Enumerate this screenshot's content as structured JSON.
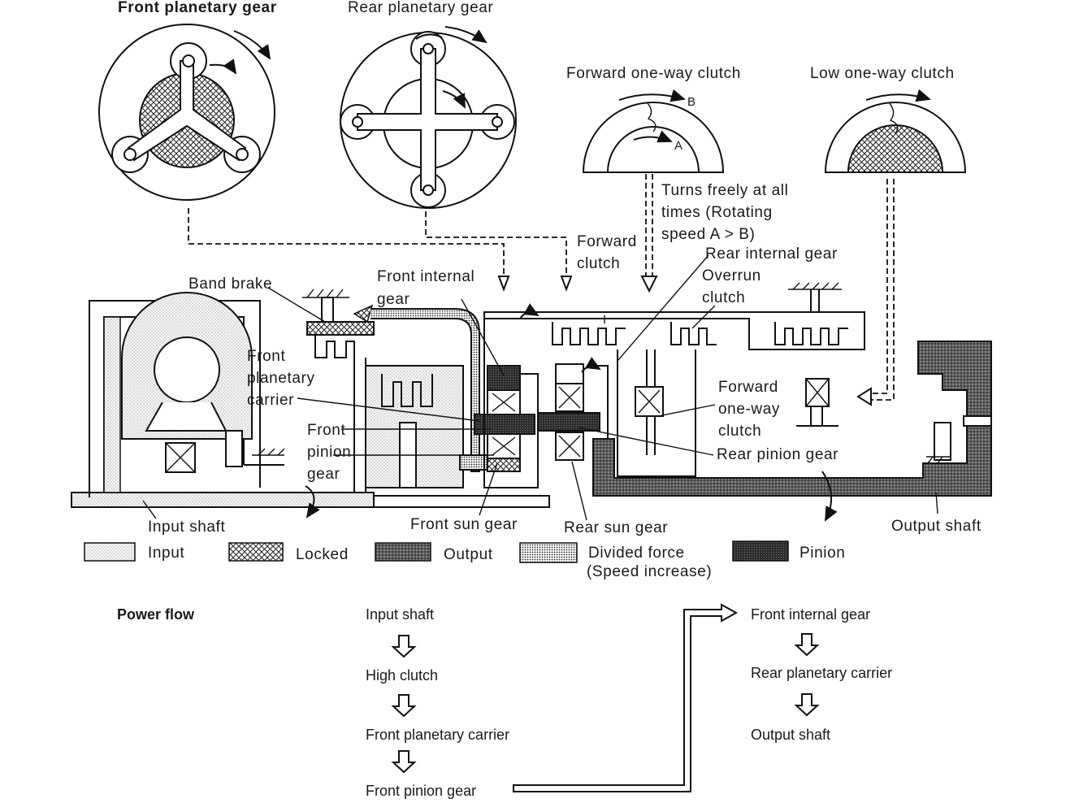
{
  "titles": {
    "front_planetary_gear": "Front planetary gear",
    "rear_planetary_gear": "Rear planetary gear",
    "forward_one_way_clutch": "Forward one-way clutch",
    "low_one_way_clutch": "Low one-way clutch"
  },
  "clutch_marks": {
    "a": "A",
    "b": "B"
  },
  "labels": {
    "turns_freely": [
      "Turns freely at all",
      "times (Rotating",
      "speed A > B)"
    ],
    "forward_clutch": [
      "Forward",
      "clutch"
    ],
    "rear_internal_gear": "Rear internal gear",
    "overrun_clutch": [
      "Overrun",
      "clutch"
    ],
    "band_brake": "Band brake",
    "front_internal_gear": [
      "Front internal",
      "gear"
    ],
    "front_planetary_carrier": [
      "Front",
      "planetary",
      "carrier"
    ],
    "front_pinion_gear": [
      "Front",
      "pinion",
      "gear"
    ],
    "forward_one_way_clutch": [
      "Forward",
      "one-way",
      "clutch"
    ],
    "rear_pinion_gear": "Rear pinion gear",
    "input_shaft": "Input shaft",
    "front_sun_gear": "Front sun gear",
    "rear_sun_gear": "Rear sun gear",
    "output_shaft": "Output shaft"
  },
  "legend": [
    {
      "pattern": "input",
      "label": "Input"
    },
    {
      "pattern": "locked",
      "label": "Locked"
    },
    {
      "pattern": "output",
      "label": "Output"
    },
    {
      "pattern": "divided",
      "label": "Divided force",
      "sub": "(Speed increase)"
    },
    {
      "pattern": "pinion",
      "label": "Pinion"
    }
  ],
  "power_flow": {
    "heading": "Power flow",
    "left_column": [
      "Input shaft",
      "High clutch",
      "Front planetary carrier",
      "Front pinion gear"
    ],
    "right_column": [
      "Front internal gear",
      "Rear planetary carrier",
      "Output shaft"
    ]
  }
}
